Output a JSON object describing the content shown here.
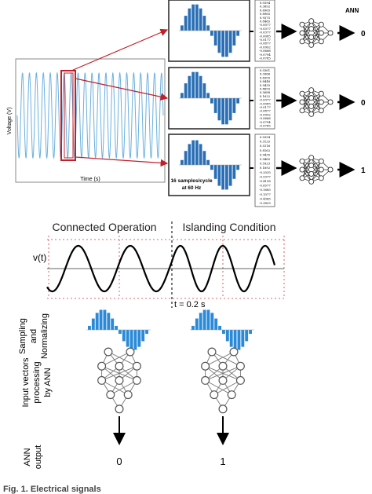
{
  "top": {
    "osc_ylabel": "Voltage (V)",
    "osc_xlabel": "Time (s)",
    "ann_header": "ANN",
    "samples_note": [
      "16 samples/cycle",
      "at 60 Hz"
    ],
    "outputs": [
      "0",
      "0",
      "1"
    ],
    "vectors": [
      [
        "0.0394",
        "0.3692",
        "0.6965",
        "0.8965",
        "0.9375",
        "0.8465",
        "-0.0077",
        "-0.0377",
        "-0.0377",
        "-0.0085",
        "-0.0177",
        "-0.0877",
        "-0.0992",
        "-0.0666",
        "-0.0794",
        "-0.0785"
      ],
      [
        "0.0361",
        "0.3966",
        "0.6505",
        "0.8448",
        "0.9435",
        "0.8655",
        "0.5688",
        "0.1622",
        "-0.0377",
        "-0.0085",
        "-0.0177",
        "-0.0877",
        "-0.0992",
        "-0.0666",
        "-0.0794",
        "-0.0785"
      ],
      [
        "0.0354",
        "0.3125",
        "0.5116",
        "0.8162",
        "0.9435",
        "0.9465",
        "0.5923",
        "0.1692",
        "-0.2035",
        "-0.5377",
        "-0.4158",
        "-0.6577",
        "-0.1885",
        "-0.1077",
        "-0.4365",
        "-0.3853"
      ]
    ]
  },
  "bottom": {
    "connected_label": "Connected Operation",
    "islanding_label": "Islanding Condition",
    "vt_label": "v(t)",
    "time_marker": "t = 0.2 s",
    "row_labels": [
      [
        "Sampling",
        "and",
        "Normalizing"
      ],
      [
        "Input vectors",
        "processing",
        "by ANN"
      ],
      [
        "ANN",
        "output"
      ]
    ],
    "outputs": [
      "0",
      "1"
    ]
  },
  "caption": "Fig. 1. Electrical signals"
}
